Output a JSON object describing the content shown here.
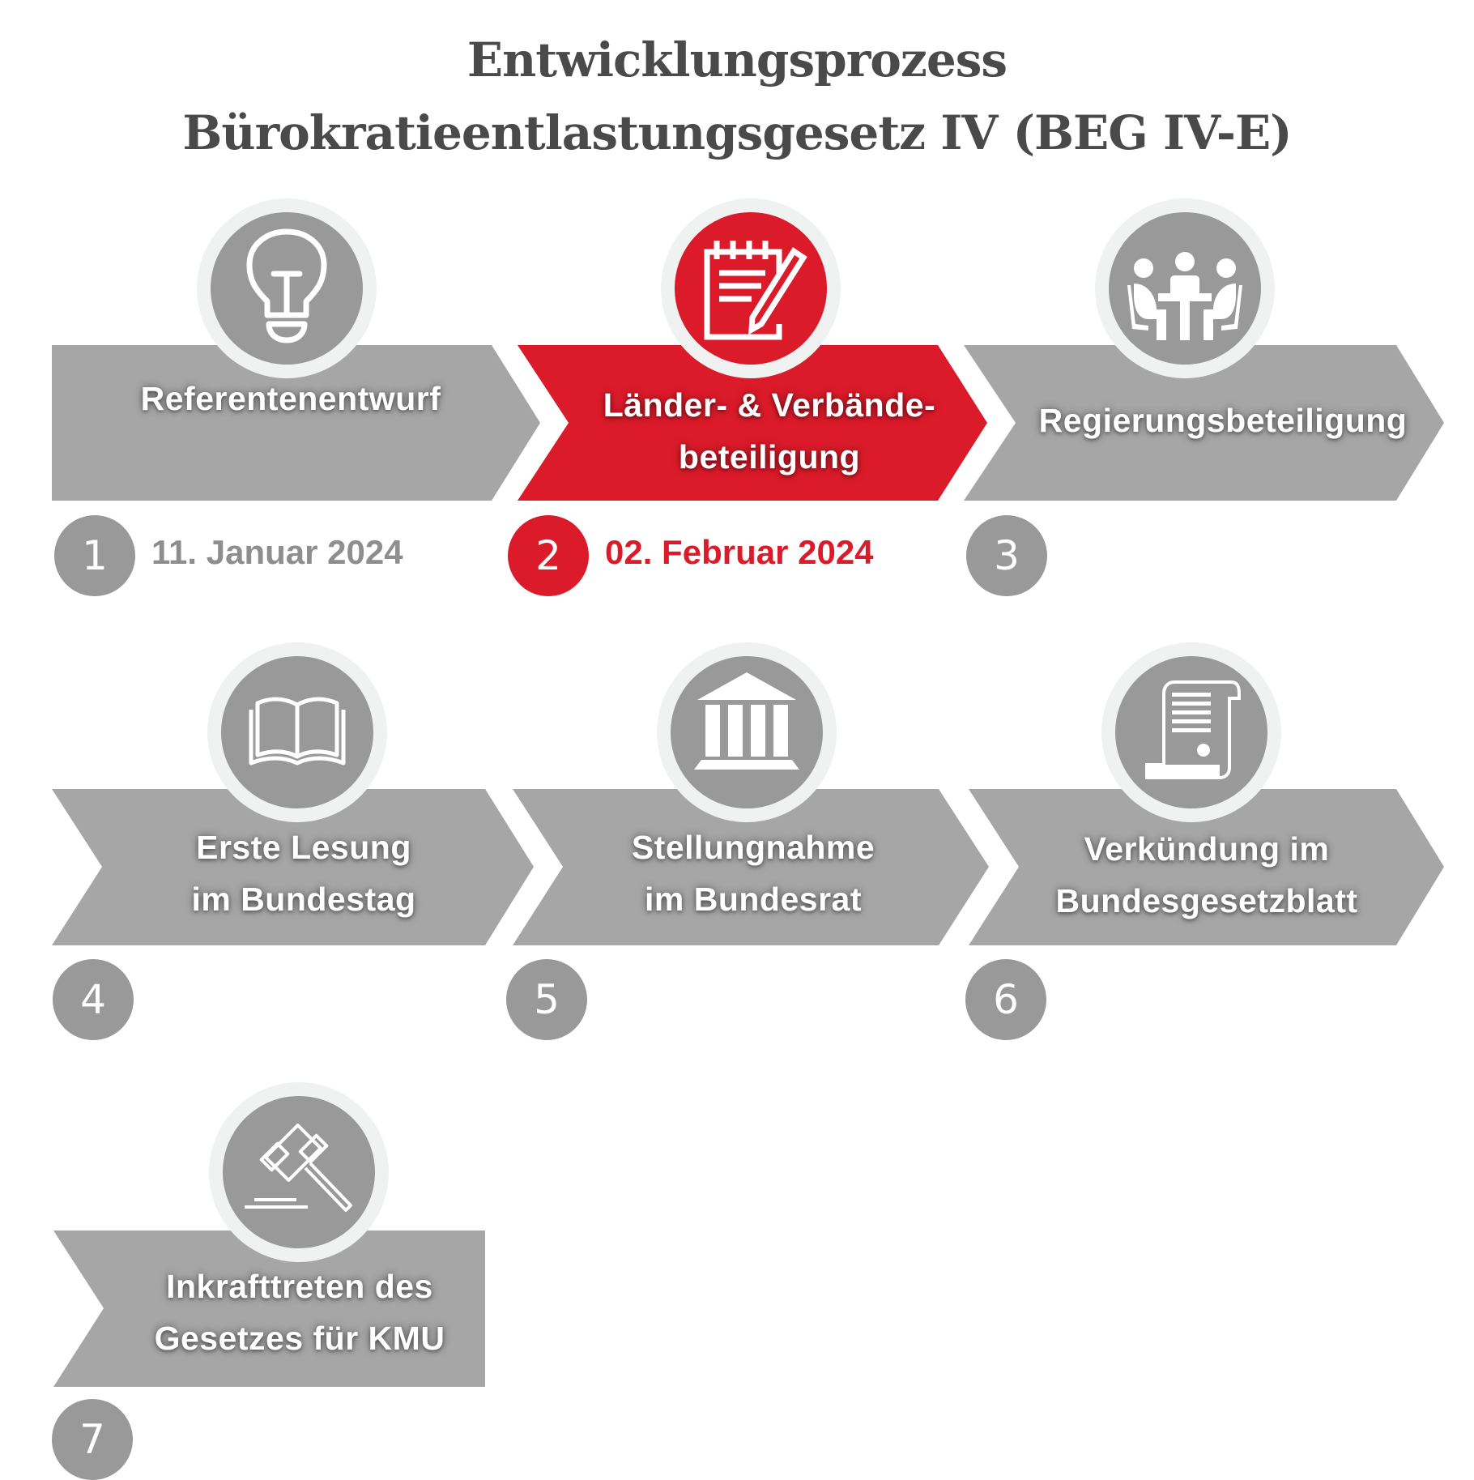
{
  "title": {
    "line1": "Entwicklungsprozess",
    "line2": "Bürokratieentlastungsgesetz IV (BEG IV-E)"
  },
  "colors": {
    "gray_arrow": "#a6a6a6",
    "gray_circle": "#999999",
    "circle_ring": "#f0f1f1",
    "accent_red": "#dc1b2a",
    "title_text": "#4a4a4a",
    "date_gray": "#8e8e8e"
  },
  "steps": [
    {
      "number": "1",
      "label_line1": "Referentenentwurf",
      "label_line2": "",
      "date": "11. Januar 2024",
      "icon": "lightbulb-icon",
      "active": false
    },
    {
      "number": "2",
      "label_line1": "Länder- & Verbände-",
      "label_line2": "beteiligung",
      "date": "02. Februar 2024",
      "icon": "notepad-pencil-icon",
      "active": true
    },
    {
      "number": "3",
      "label_line1": "Regierungsbeteiligung",
      "label_line2": "",
      "date": "",
      "icon": "meeting-table-icon",
      "active": false
    },
    {
      "number": "4",
      "label_line1": "Erste Lesung",
      "label_line2": "im Bundestag",
      "date": "",
      "icon": "open-book-icon",
      "active": false
    },
    {
      "number": "5",
      "label_line1": "Stellungnahme",
      "label_line2": "im Bundesrat",
      "date": "",
      "icon": "parliament-building-icon",
      "active": false
    },
    {
      "number": "6",
      "label_line1": "Verkündung im",
      "label_line2": "Bundesgesetzblatt",
      "date": "",
      "icon": "scroll-document-icon",
      "active": false
    },
    {
      "number": "7",
      "label_line1": "Inkrafttreten des",
      "label_line2": "Gesetzes für KMU",
      "date": "",
      "icon": "gavel-icon",
      "active": false
    }
  ]
}
